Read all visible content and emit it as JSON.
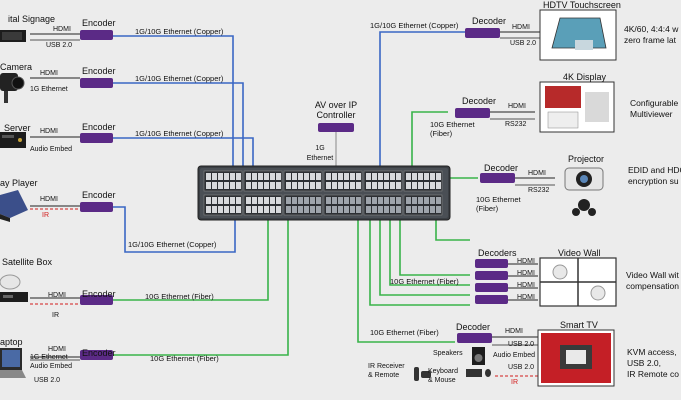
{
  "devices": {
    "digital_signage": "ital Signage",
    "camera": "Camera",
    "server": "Server",
    "bluray": "ay Player",
    "satellite": "Satellite Box",
    "laptop": "aptop",
    "av_controller": "AV over IP\nController",
    "hdtv": "HDTV Touchscreen",
    "display_4k": "4K Display",
    "projector": "Projector",
    "video_wall": "Video Wall",
    "smart_tv": "Smart TV",
    "ir_receiver": "IR Receiver\n& Remote",
    "keyboard": "Keyboard\n& Mouse",
    "speakers": "Speakers"
  },
  "labels": {
    "encoder": "Encoder",
    "decoder": "Decoder",
    "decoders": "Decoders",
    "hdmi": "HDMI",
    "usb": "USB 2.0",
    "ir": "IR",
    "rs232": "RS232",
    "ge_1g": "1G Ethernet",
    "audio_embed": "Audio Embed",
    "eth_1g_short": "1G\nEthernet",
    "copper": "1G/10G Ethernet (Copper)",
    "fiber_10g": "10G Ethernet (Fiber)",
    "fiber_10g_2line": "10G Ethernet\n(Fiber)"
  },
  "descriptions": {
    "hdtv": "4K/60, 4:4:4 w\nzero frame lat",
    "display_4k": "Configurable\nMultiviewer",
    "projector": "EDID and HDC\nencryption su",
    "video_wall": "Video Wall wit\ncompensation",
    "smart_tv": "KVM access,\nUSB 2.0,\nIR Remote co"
  },
  "colors": {
    "copper": "#3a67c4",
    "fiber": "#39b34a",
    "encoder": "#5b2a86",
    "usb_line": "#d21b1b"
  }
}
